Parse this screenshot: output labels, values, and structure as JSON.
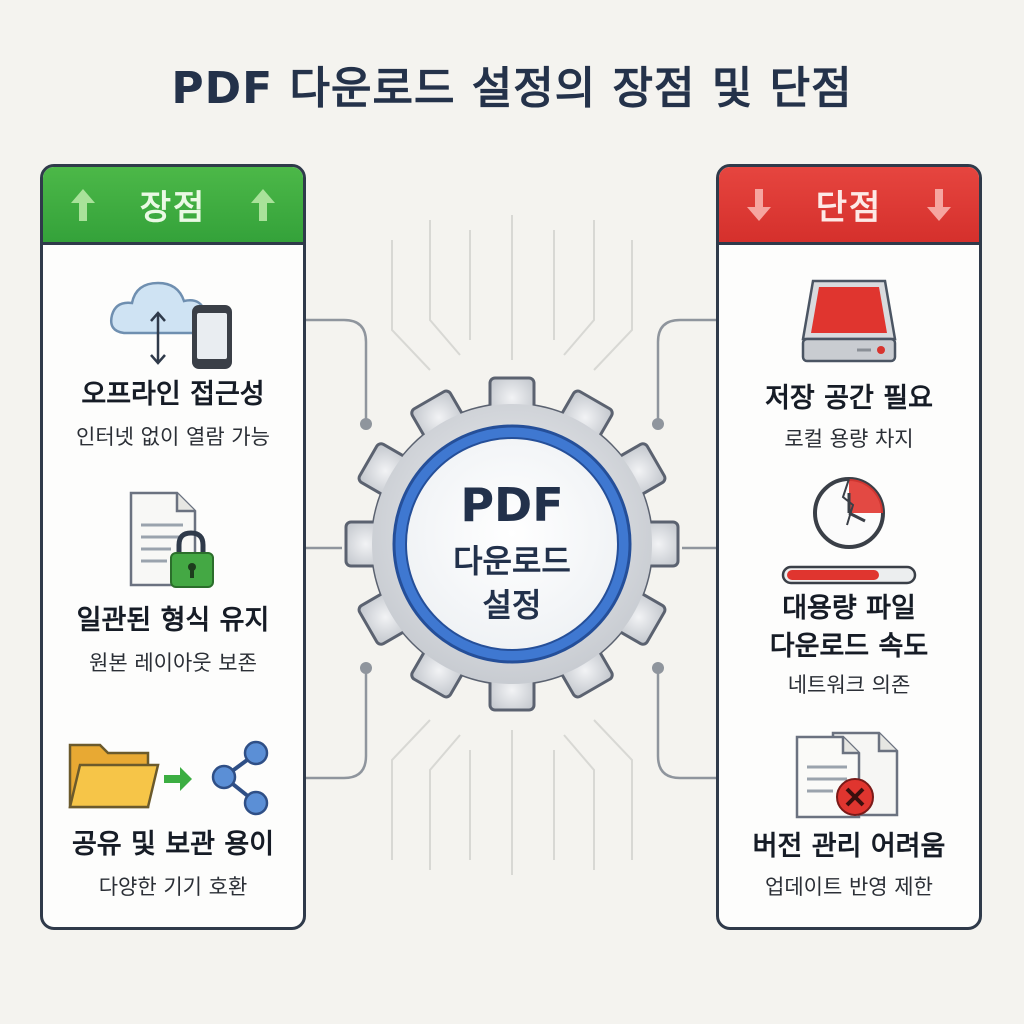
{
  "title": "PDF 다운로드 설정의 장점 및 단점",
  "center": {
    "line1": "PDF",
    "line2": "다운로드",
    "line3": "설정"
  },
  "pros": {
    "header": "장점",
    "items": [
      {
        "title": "오프라인 접근성",
        "subtitle": "인터넷 없이 열람 가능",
        "icon": "cloud-phone-sync-icon"
      },
      {
        "title": "일관된 형식 유지",
        "subtitle": "원본 레이아웃 보존",
        "icon": "locked-document-icon"
      },
      {
        "title": "공유 및 보관 용이",
        "subtitle": "다양한 기기 호환",
        "icon": "folder-share-icon"
      }
    ]
  },
  "cons": {
    "header": "단점",
    "items": [
      {
        "title": "저장 공간 필요",
        "subtitle": "로컬 용량 차지",
        "icon": "hard-drive-icon"
      },
      {
        "title_line1": "대용량 파일",
        "title_line2": "다운로드 속도",
        "subtitle": "네트워크 의존",
        "icon": "clock-progress-icon"
      },
      {
        "title": "버전 관리 어려움",
        "subtitle": "업데이트 반영 제한",
        "icon": "documents-error-icon"
      }
    ]
  },
  "colors": {
    "pros_accent": "#3aa63c",
    "cons_accent": "#dc3a35",
    "title": "#24324a",
    "gear_ring": "#3f78d1"
  }
}
